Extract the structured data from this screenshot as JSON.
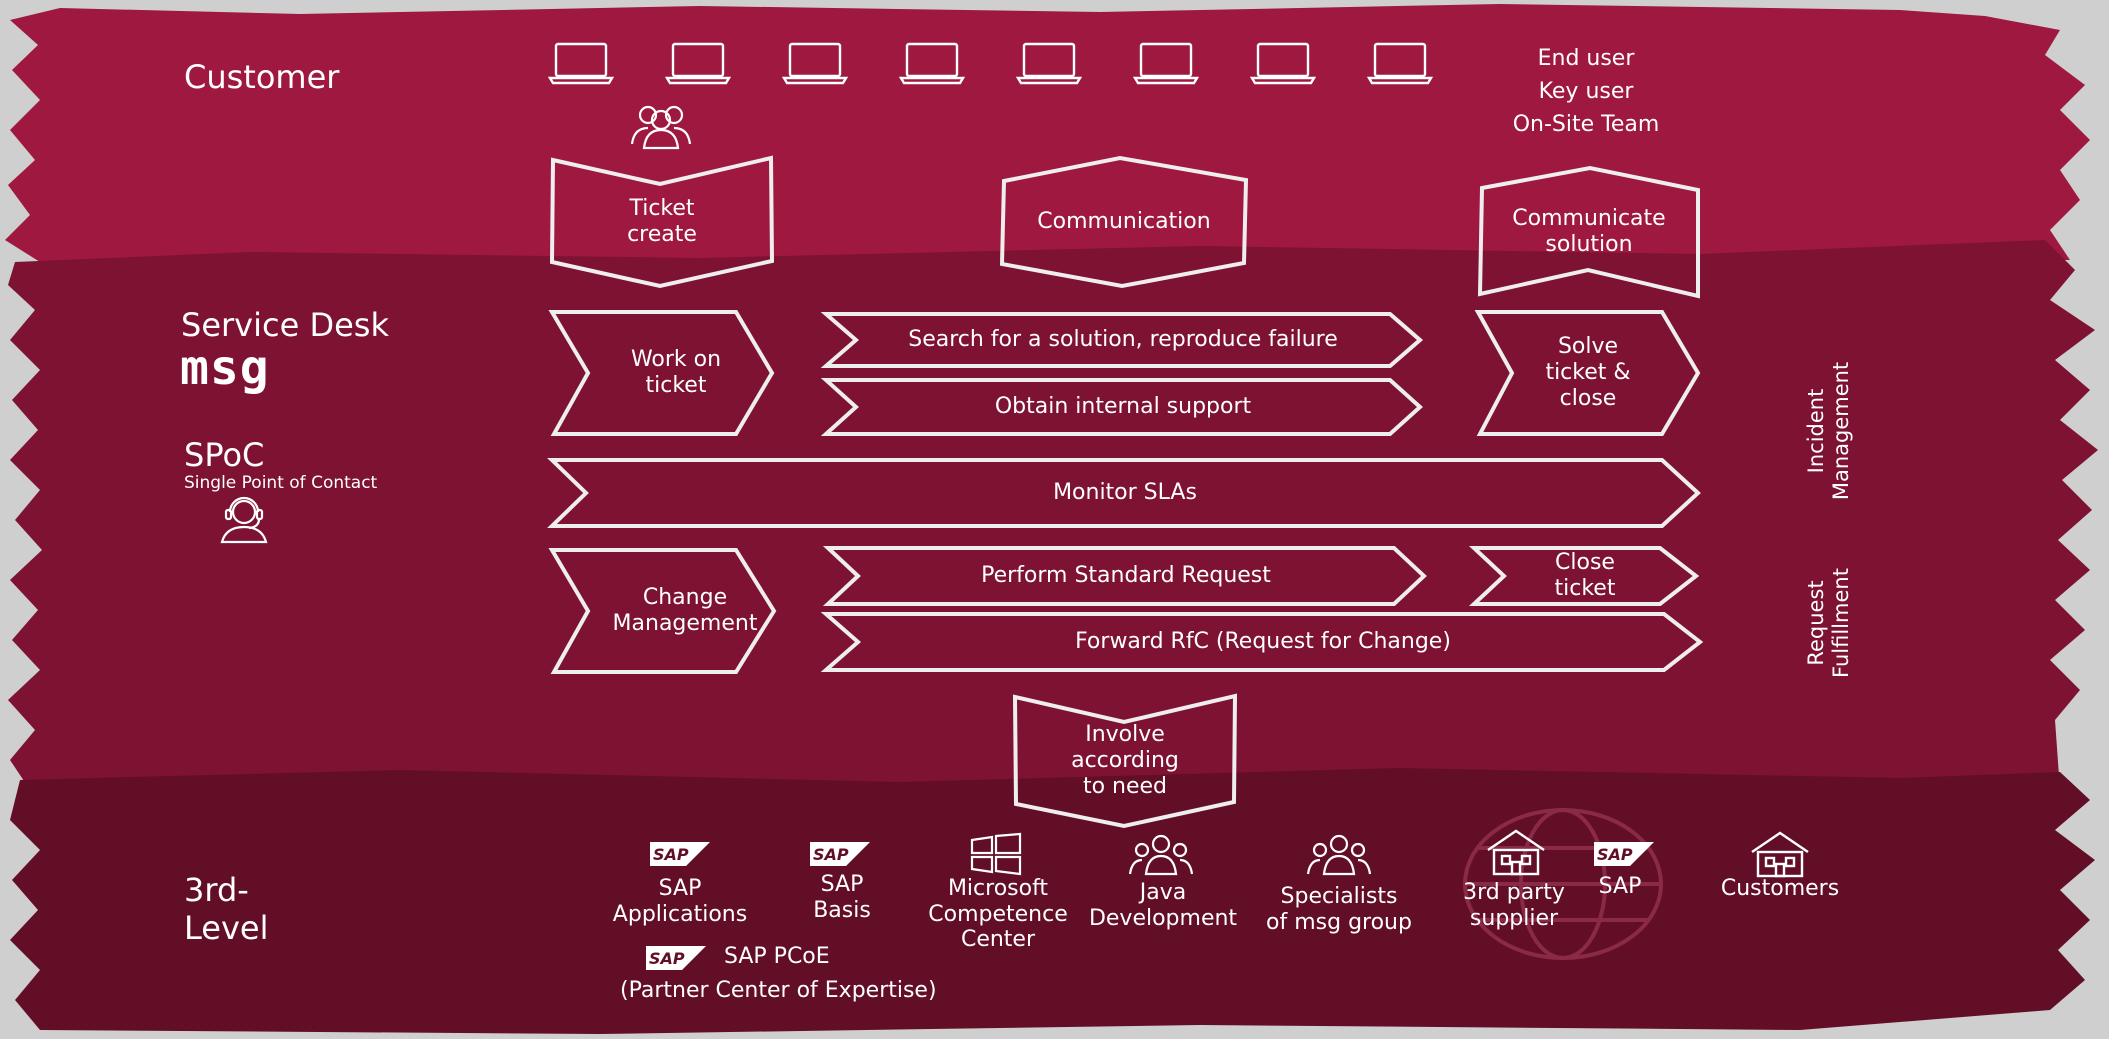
{
  "lanes": {
    "customer": "Customer",
    "service_desk": "Service Desk",
    "spoc": "SPoC",
    "spoc_sub": "Single Point of Contact",
    "third_level": "3rd-\nLevel"
  },
  "brand_logo": "msg",
  "customer_roles": [
    "End user",
    "Key user",
    "On-Site Team"
  ],
  "customer_steps": {
    "ticket_create": "Ticket\ncreate",
    "communication": "Communication",
    "communicate_solution": "Communicate\nsolution"
  },
  "incident_steps": {
    "work_on_ticket": "Work on\nticket",
    "search_solution": "Search for a solution, reproduce failure",
    "obtain_support": "Obtain internal support",
    "solve_close": "Solve\nticket &\nclose",
    "monitor_slas": "Monitor SLAs"
  },
  "request_steps": {
    "change_management": "Change\nManagement",
    "perform_standard": "Perform Standard Request",
    "close_ticket": "Close\nticket",
    "forward_rfc": "Forward RfC (Request for Change)"
  },
  "involve": "Involve\naccording\nto need",
  "side_labels": {
    "incident": "Incident\nManagement",
    "request": "Request\nFulfillment"
  },
  "third_level_groups": {
    "sap_applications": "SAP\nApplications",
    "sap_basis": "SAP\nBasis",
    "microsoft": "Microsoft\nCompetence\nCenter",
    "java": "Java\nDevelopment",
    "specialists": "Specialists\nof msg group",
    "third_party": "3rd party\nsupplier",
    "sap": "SAP",
    "customers": "Customers",
    "sap_pcoe": "SAP PCoE",
    "sap_pcoe_sub": "(Partner Center of Expertise)"
  },
  "sap_logo_text": "SAP",
  "colors": {
    "background": "#cfcfcf",
    "customer_lane": "#9e1840",
    "service_lane": "#7d1233",
    "third_lane": "#630e27",
    "outline": "#ffffff"
  }
}
